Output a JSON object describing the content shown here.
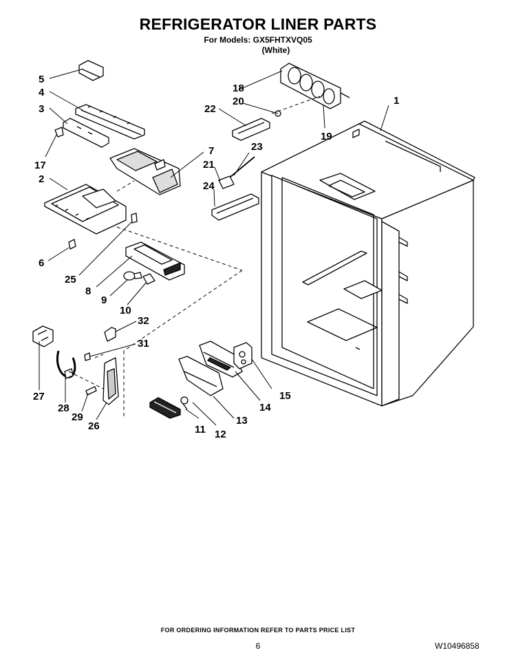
{
  "header": {
    "title": "REFRIGERATOR LINER PARTS",
    "models_line": "For Models: GX5FHTXVQ05",
    "color_line": "(White)"
  },
  "callouts": [
    "1",
    "2",
    "3",
    "4",
    "5",
    "6",
    "7",
    "8",
    "9",
    "10",
    "11",
    "12",
    "13",
    "14",
    "15",
    "17",
    "18",
    "19",
    "20",
    "21",
    "22",
    "23",
    "24",
    "25",
    "26",
    "27",
    "28",
    "29",
    "31",
    "32"
  ],
  "footer": {
    "ordering_note": "FOR ORDERING INFORMATION REFER TO PARTS PRICE LIST",
    "page_number": "6",
    "document_number": "W10496858"
  }
}
